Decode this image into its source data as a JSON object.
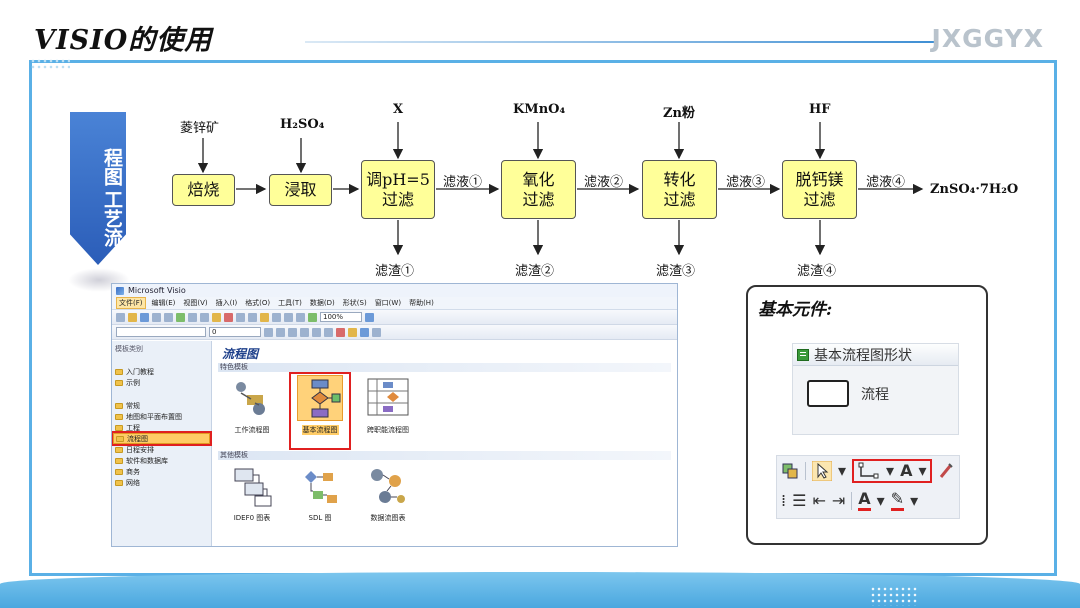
{
  "header": {
    "title": "VISIO的使用",
    "brand": "JXGGYX"
  },
  "side_label": {
    "lines": [
      "工艺流",
      "程图"
    ]
  },
  "flow": {
    "inputs": [
      "菱锌矿",
      "H₂SO₄",
      "X",
      "KMnO₄",
      "Zn粉",
      "HF"
    ],
    "steps": [
      "焙烧",
      "浸取",
      "调pH=5\n过滤",
      "氧化\n过滤",
      "转化\n过滤",
      "脱钙镁\n过滤"
    ],
    "filtrates": [
      "滤液①",
      "滤液②",
      "滤液③",
      "滤液④"
    ],
    "residues": [
      "滤渣①",
      "滤渣②",
      "滤渣③",
      "滤渣④"
    ],
    "product": "ZnSO₄·7H₂O"
  },
  "visio": {
    "window_title": "Microsoft Visio",
    "menu": [
      "文件(F)",
      "编辑(E)",
      "视图(V)",
      "插入(I)",
      "格式(O)",
      "工具(T)",
      "数据(D)",
      "形状(S)",
      "窗口(W)",
      "帮助(H)"
    ],
    "zoom": "100%",
    "font_size": "0",
    "pane_header": "模板类别",
    "categories": [
      "入门教程",
      "示例",
      "常规",
      "地图和平面布置图",
      "工程",
      "流程图",
      "日程安排",
      "软件和数据库",
      "商务",
      "网络"
    ],
    "selected_category": "流程图",
    "content_title": "流程图",
    "featured_section": "特色模板",
    "featured_templates": [
      "工作流程图",
      "基本流程图",
      "跨职能流程图"
    ],
    "selected_template": "基本流程图",
    "other_section": "其他模板",
    "other_templates": [
      "IDEF0 图表",
      "SDL 图",
      "数据流图表"
    ]
  },
  "elements": {
    "title": "基本元件:",
    "stencil_title": "基本流程图形状",
    "shape_label": "流程",
    "text_tool": "A"
  },
  "colors": {
    "accent": "#5ab0e6",
    "ribbon": "#2b5db8",
    "flow_box": "#ffff99",
    "highlight": "#e02020"
  }
}
